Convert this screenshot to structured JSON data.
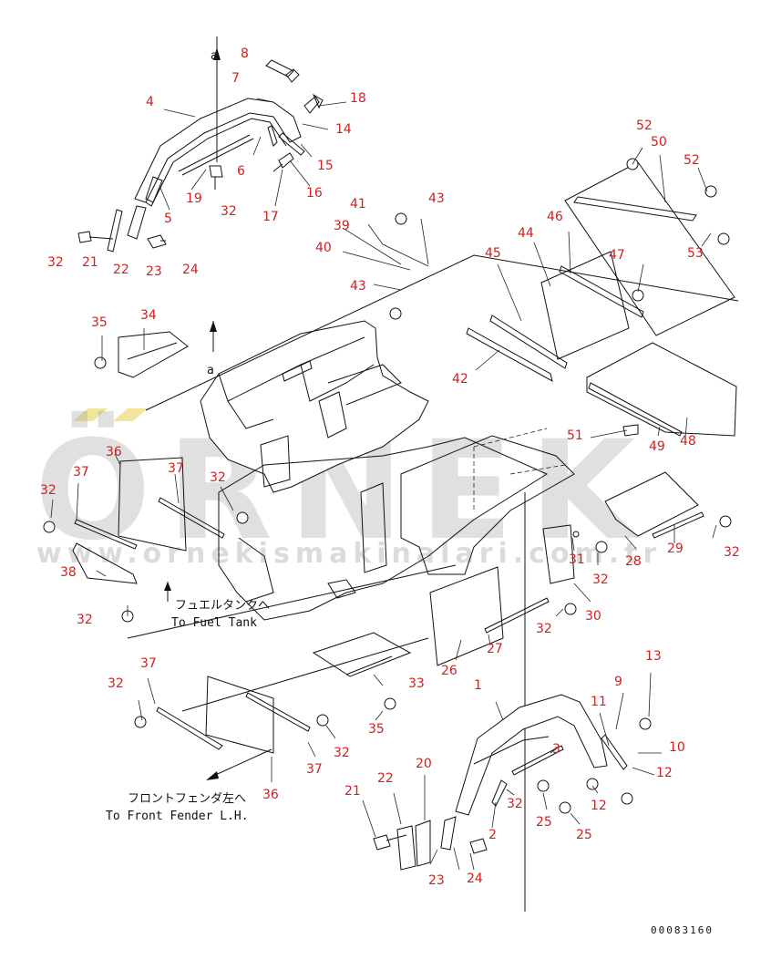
{
  "watermark": {
    "brand": "ÖRNEK",
    "url": "www.ornekismakinalari.com.tr",
    "accent": "#e8d25a"
  },
  "annotations": {
    "arrow_a_top": "a",
    "arrow_a_mid": "a",
    "fuel_tank_jp": "フュエルタンクへ",
    "fuel_tank_en": "To Fuel Tank",
    "front_fender_jp": "フロントフェンダ左へ",
    "front_fender_en": "To Front Fender L.H."
  },
  "drawing_code": "00083160",
  "label_color": "#cc2222",
  "part_labels": [
    "8",
    "7",
    "4",
    "18",
    "14",
    "6",
    "15",
    "16",
    "17",
    "5",
    "19",
    "32",
    "21",
    "22",
    "23",
    "24",
    "32",
    "41",
    "43",
    "39",
    "40",
    "43",
    "52",
    "50",
    "52",
    "53",
    "46",
    "44",
    "47",
    "45",
    "42",
    "35",
    "34",
    "51",
    "49",
    "48",
    "36",
    "37",
    "37",
    "32",
    "32",
    "31",
    "32",
    "28",
    "29",
    "32",
    "38",
    "32",
    "30",
    "32",
    "26",
    "27",
    "33",
    "35",
    "37",
    "32",
    "36",
    "37",
    "32",
    "1",
    "9",
    "13",
    "11",
    "10",
    "3",
    "12",
    "12",
    "25",
    "21",
    "22",
    "20",
    "32",
    "25",
    "2",
    "23",
    "24"
  ]
}
